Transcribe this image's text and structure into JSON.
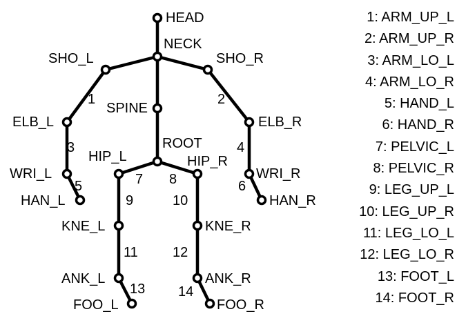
{
  "joints": {
    "head": "HEAD",
    "neck": "NECK",
    "sho_l": "SHO_L",
    "sho_r": "SHO_R",
    "spine": "SPINE",
    "elb_l": "ELB_L",
    "elb_r": "ELB_R",
    "root": "ROOT",
    "hip_l": "HIP_L",
    "hip_r": "HIP_R",
    "wri_l": "WRI_L",
    "wri_r": "WRI_R",
    "han_l": "HAN_L",
    "han_r": "HAN_R",
    "kne_l": "KNE_L",
    "kne_r": "KNE_R",
    "ank_l": "ANK_L",
    "ank_r": "ANK_R",
    "foo_l": "FOO_L",
    "foo_r": "FOO_R"
  },
  "bones": {
    "b1": "1",
    "b2": "2",
    "b3": "3",
    "b4": "4",
    "b5": "5",
    "b6": "6",
    "b7": "7",
    "b8": "8",
    "b9": "9",
    "b10": "10",
    "b11": "11",
    "b12": "12",
    "b13": "13",
    "b14": "14"
  },
  "legend": [
    "1: ARM_UP_L",
    "2: ARM_UP_R",
    "3: ARM_LO_L",
    "4: ARM_LO_R",
    "5: HAND_L",
    "6: HAND_R",
    "7: PELVIC_L",
    "8: PELVIC_R",
    "9: LEG_UP_L",
    "10: LEG_UP_R",
    "11: LEG_LO_L",
    "12: LEG_LO_R",
    "13: FOOT_L",
    "14: FOOT_R"
  ]
}
